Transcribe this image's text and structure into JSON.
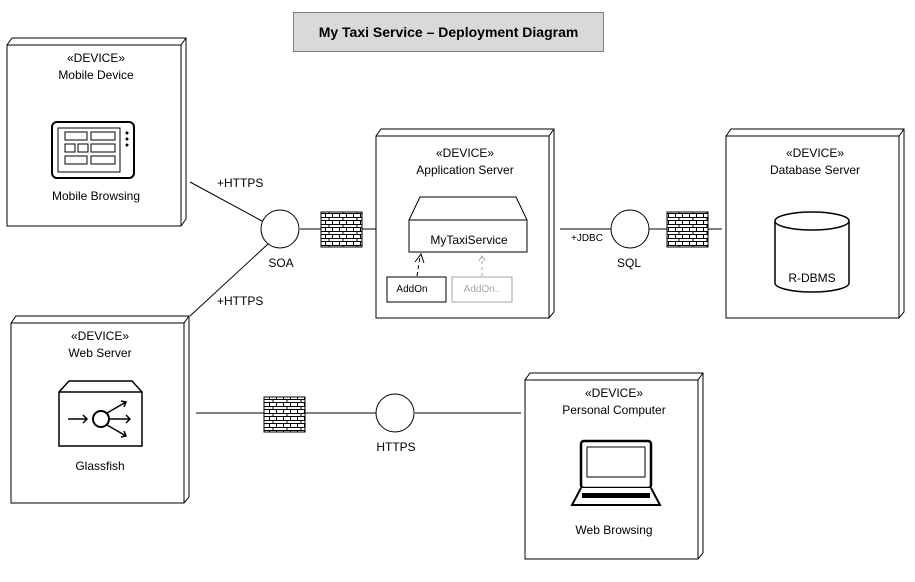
{
  "title": "My Taxi Service – Deployment Diagram",
  "nodes": {
    "mobile": {
      "stereotype": "«DEVICE»",
      "name": "Mobile Device",
      "artifact": "Mobile Browsing"
    },
    "web": {
      "stereotype": "«DEVICE»",
      "name": "Web Server",
      "artifact": "Glassfish"
    },
    "app": {
      "stereotype": "«DEVICE»",
      "name": "Application Server",
      "component": "MyTaxiService",
      "addon1": "AddOn",
      "addon2": "AddOn.."
    },
    "db": {
      "stereotype": "«DEVICE»",
      "name": "Database Server",
      "artifact": "R-DBMS"
    },
    "pc": {
      "stereotype": "«DEVICE»",
      "name": "Personal Computer",
      "artifact": "Web Browsing"
    }
  },
  "interfaces": {
    "soa": "SOA",
    "sql": "SQL",
    "https": "HTTPS"
  },
  "connections": {
    "mobile_https": "+HTTPS",
    "web_https": "+HTTPS",
    "jdbc": "+JDBC"
  },
  "colors": {
    "title_bg": "#d9d9d9",
    "line": "#000000",
    "node_edge": "#7f7f7f",
    "ghost": "#a6a6a6"
  }
}
